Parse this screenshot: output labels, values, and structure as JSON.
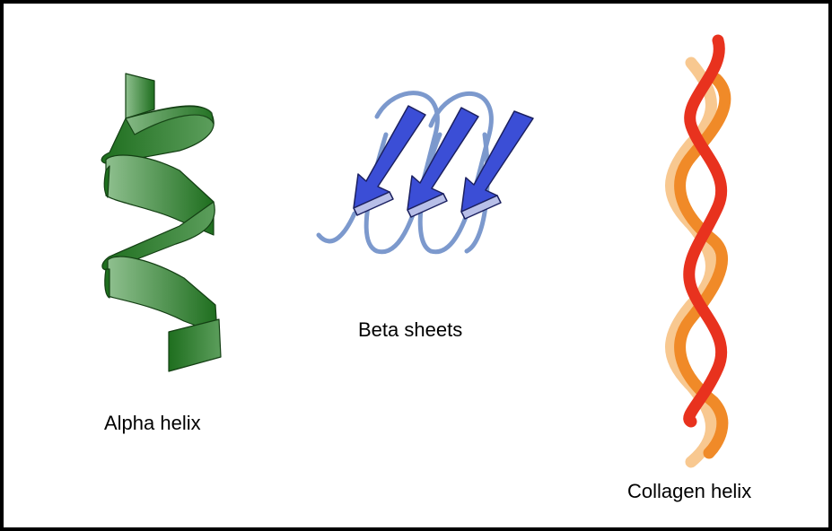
{
  "labels": {
    "alpha": "Alpha helix",
    "beta": "Beta sheets",
    "collagen": "Collagen helix"
  },
  "colors": {
    "border": "#000000",
    "alpha_dark": "#1e6e1e",
    "alpha_light": "#8fc08f",
    "beta_arrow": "#3b4ed6",
    "beta_loop": "#6e8ec8",
    "collagen_red": "#e8321e",
    "collagen_orange": "#f08a28",
    "collagen_pale": "#f8c890"
  }
}
